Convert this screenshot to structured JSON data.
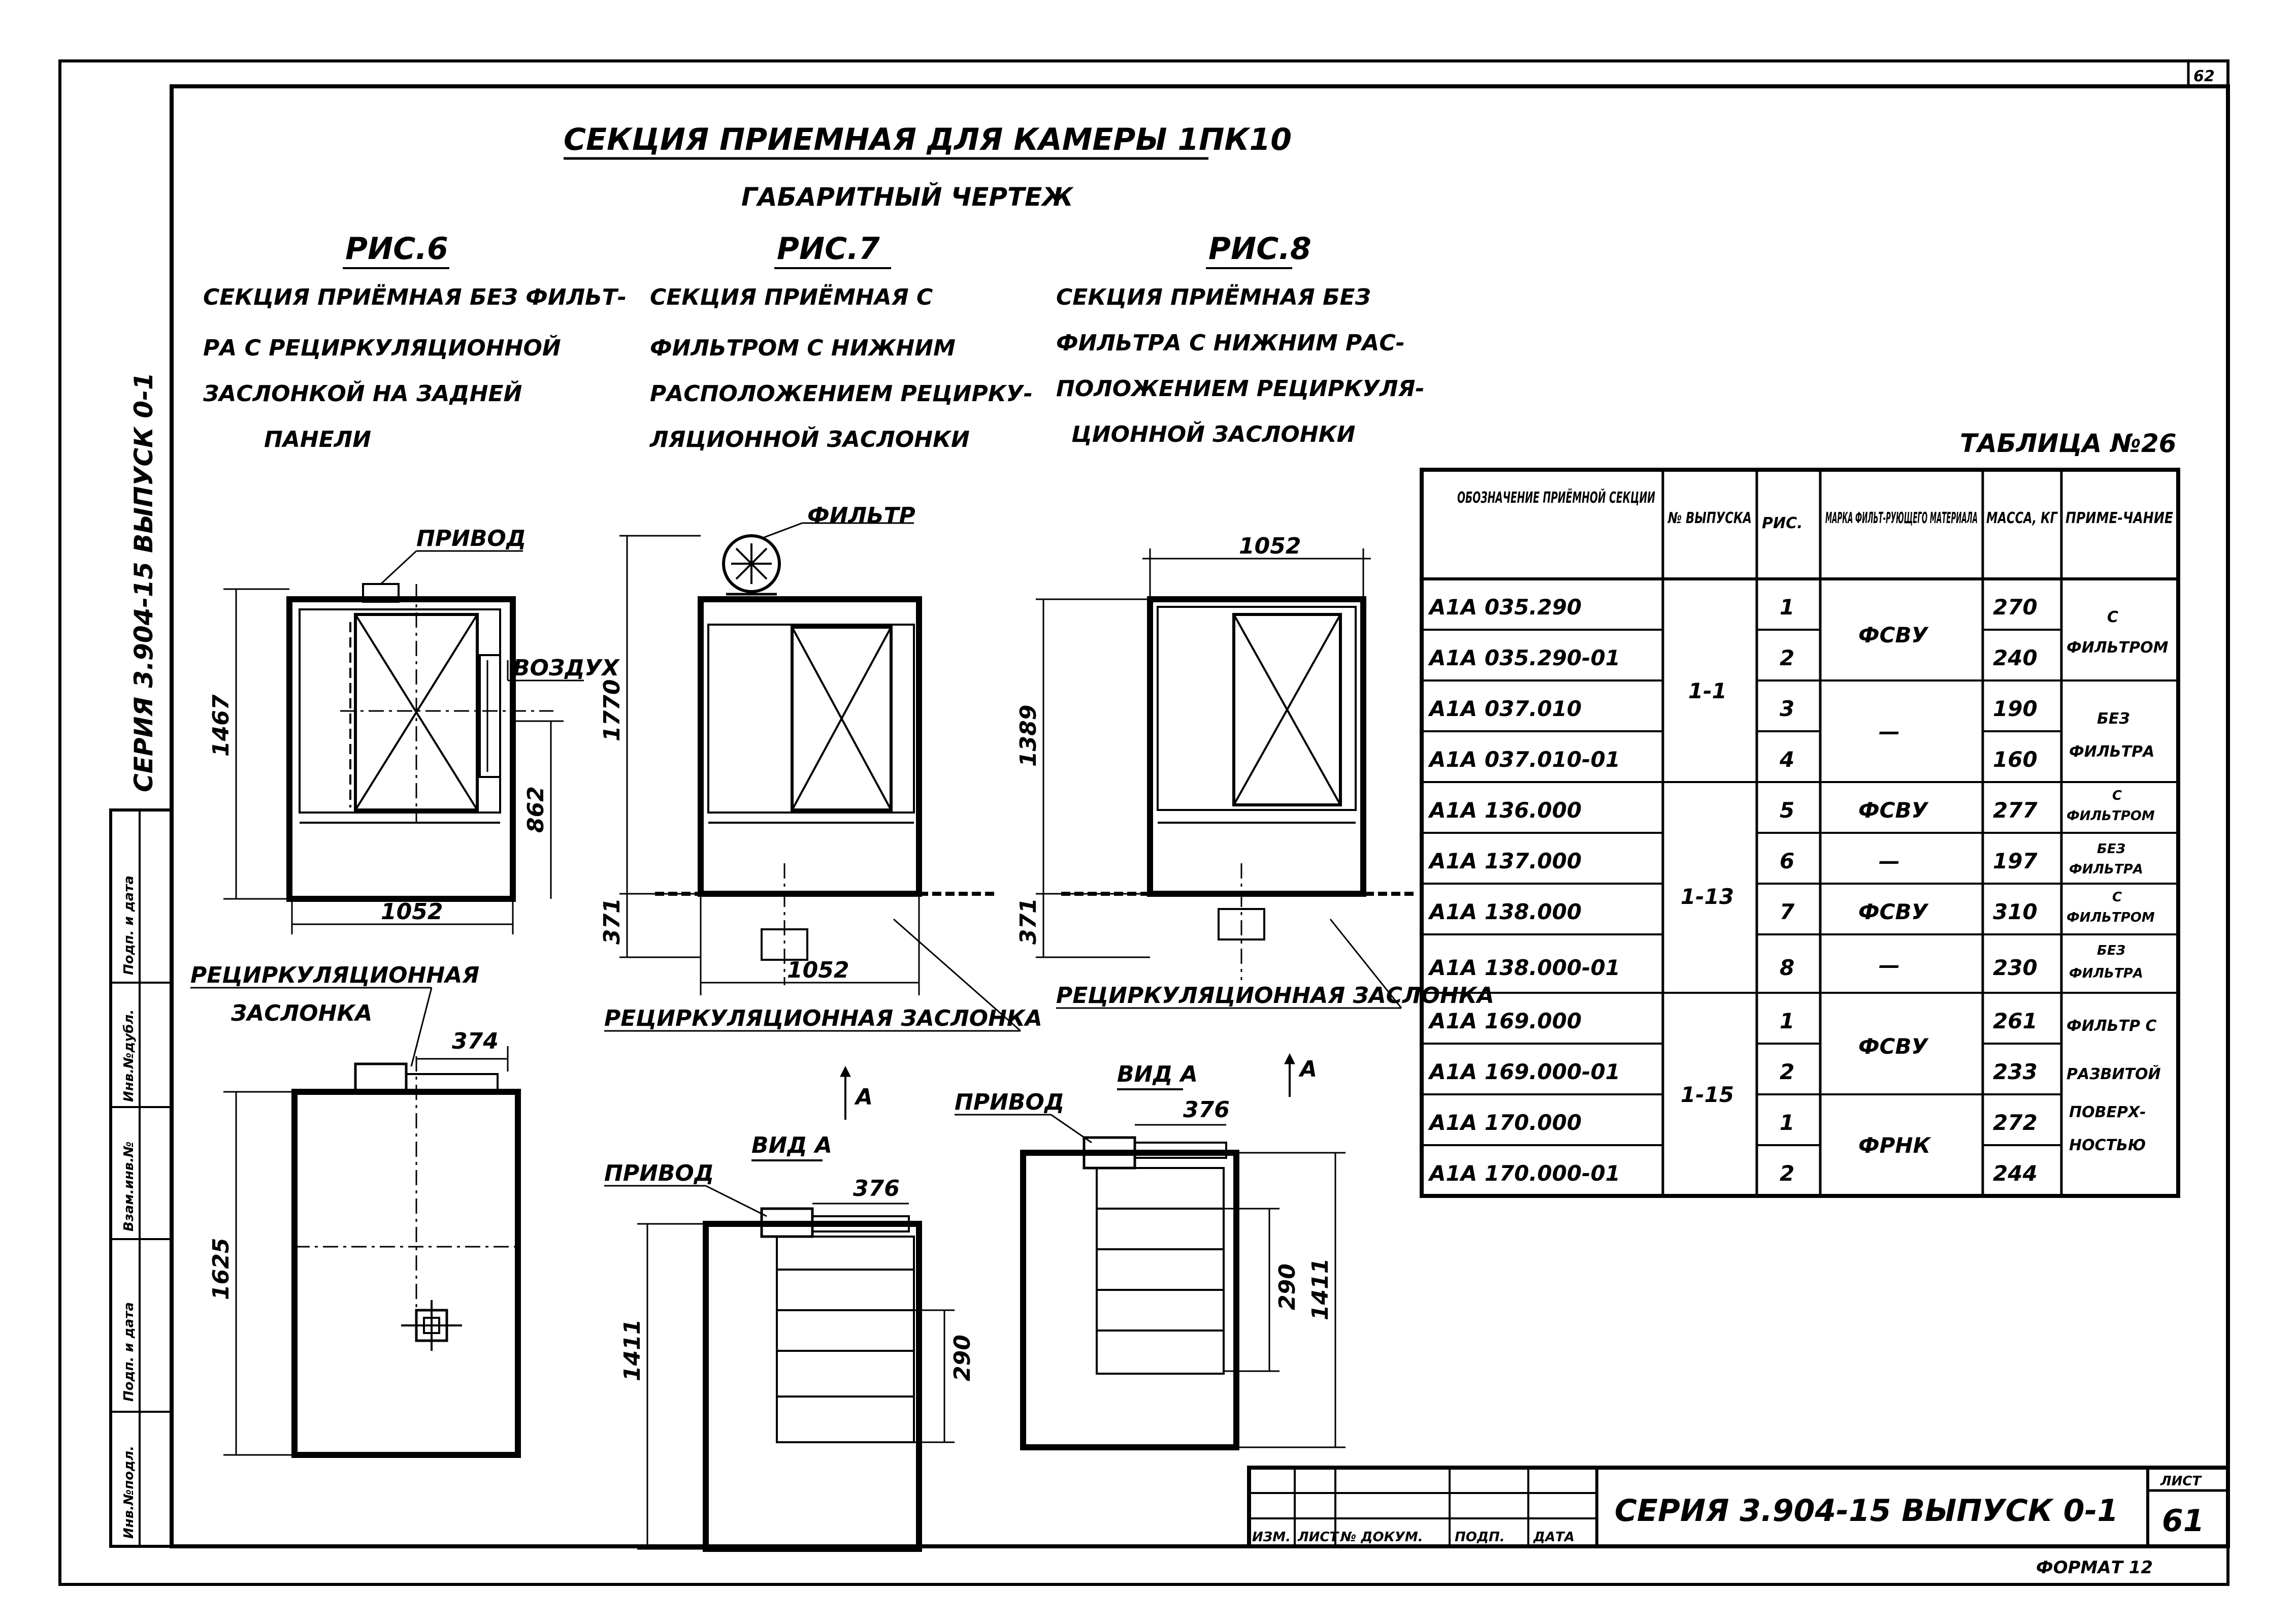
{
  "sheet": {
    "sheet_number_top": "62",
    "title": "СЕКЦИЯ ПРИЕМНАЯ ДЛЯ КАМЕРЫ 1ПК10",
    "subtitle": "ГАБАРИТНЫЙ ЧЕРТЕЖ",
    "side_label": "СЕРИЯ 3.904-15  ВЫПУСК 0-1",
    "format": "ФОРМАТ 12"
  },
  "left_stamp": [
    "Инв.№подл.",
    "Подп. и дата",
    "Взам.инв.№",
    "Инв.№дубл.",
    "Подп. и дата"
  ],
  "figures": {
    "fig6": {
      "label": "РИС.6",
      "caption": [
        "СЕКЦИЯ ПРИЁМНАЯ БЕЗ ФИЛЬТ-",
        "РА С РЕЦИРКУЛЯЦИОННОЙ",
        "ЗАСЛОНКОЙ НА ЗАДНЕЙ",
        "ПАНЕЛИ"
      ],
      "privod": "ПРИВОД",
      "vozdukh": "ВОЗДУХ",
      "dim_height": "1467",
      "dim_862": "862",
      "dim_width": "1052",
      "zaslonka_label": [
        "РЕЦИРКУЛЯЦИОННАЯ",
        "ЗАСЛОНКА"
      ],
      "dim_374": "374",
      "dim_1625": "1625"
    },
    "fig7": {
      "label": "РИС.7",
      "caption": [
        "СЕКЦИЯ ПРИЁМНАЯ С",
        "ФИЛЬТРОМ С НИЖНИМ",
        "РАСПОЛОЖЕНИЕМ РЕЦИРКУ-",
        "ЛЯЦИОННОЙ ЗАСЛОНКИ"
      ],
      "filter": "ФИЛЬТР",
      "dim_height": "1770",
      "dim_371": "371",
      "dim_width": "1052",
      "zaslonka_label": "РЕЦИРКУЛЯЦИОННАЯ ЗАСЛОНКА",
      "arrow_a": "A",
      "view_a": "ВИД А",
      "privod": "ПРИВОД",
      "dim_376": "376",
      "dim_1411": "1411",
      "dim_290": "290"
    },
    "fig8": {
      "label": "РИС.8",
      "caption": [
        "СЕКЦИЯ ПРИЁМНАЯ БЕЗ",
        "ФИЛЬТРА С НИЖНИМ РАС-",
        "ПОЛОЖЕНИЕМ РЕЦИРКУЛЯ-",
        "ЦИОННОЙ ЗАСЛОНКИ"
      ],
      "dim_width": "1052",
      "dim_height": "1389",
      "dim_371": "371",
      "zaslonka_label": "РЕЦИРКУЛЯЦИОННАЯ ЗАСЛОНКА",
      "arrow_a": "A",
      "view_a": "ВИД А",
      "privod": "ПРИВОД",
      "dim_376": "376",
      "dim_1411": "1411",
      "dim_290": "290"
    }
  },
  "table": {
    "caption": "ТАБЛИЦА №26",
    "headers": [
      "ОБОЗНАЧЕНИЕ ПРИЁМНОЙ СЕКЦИИ",
      "№ ВЫПУСКА",
      "РИС.",
      "МАРКА ФИЛЬТ-РУЮЩЕГО МАТЕРИАЛА",
      "МАССА, КГ",
      "ПРИМЕ-ЧАНИЕ"
    ],
    "rows": [
      {
        "designation": "А1А 035.290",
        "fig": "1",
        "mass": "270"
      },
      {
        "designation": "А1А 035.290-01",
        "fig": "2",
        "mass": "240"
      },
      {
        "designation": "А1А 037.010",
        "fig": "3",
        "mass": "190"
      },
      {
        "designation": "А1А 037.010-01",
        "fig": "4",
        "mass": "160"
      },
      {
        "designation": "А1А 136.000",
        "fig": "5",
        "mass": "277"
      },
      {
        "designation": "А1А 137.000",
        "fig": "6",
        "mass": "197"
      },
      {
        "designation": "А1А 138.000",
        "fig": "7",
        "mass": "310"
      },
      {
        "designation": "А1А 138.000-01",
        "fig": "8",
        "mass": "230"
      },
      {
        "designation": "А1А 169.000",
        "fig": "1",
        "mass": "261"
      },
      {
        "designation": "А1А 169.000-01",
        "fig": "2",
        "mass": "233"
      },
      {
        "designation": "А1А 170.000",
        "fig": "1",
        "mass": "272"
      },
      {
        "designation": "А1А 170.000-01",
        "fig": "2",
        "mass": "244"
      }
    ],
    "issues": [
      "1-1",
      "1-13",
      "1-15"
    ],
    "materials": [
      "ФСВУ",
      "—",
      "ФСВУ",
      "—",
      "ФСВУ",
      "—",
      "ФСВУ",
      "ФРНК"
    ],
    "notes": {
      "n1": [
        "С",
        "ФИЛЬТРОМ"
      ],
      "n2": [
        "БЕЗ",
        "ФИЛЬТРА"
      ],
      "n3": [
        "С",
        "ФИЛЬТРОМ"
      ],
      "n4": [
        "БЕЗ",
        "ФИЛЬТРА"
      ],
      "n5": [
        "С",
        "ФИЛЬТРОМ"
      ],
      "n6": [
        "БЕЗ",
        "ФИЛЬТРА"
      ],
      "n7": [
        "ФИЛЬТР С",
        "РАЗВИТОЙ",
        "ПОВЕРХ-",
        "НОСТЬЮ"
      ]
    }
  },
  "title_block": {
    "series": "СЕРИЯ 3.904-15  ВЫПУСК 0-1",
    "sheet_label": "ЛИСТ",
    "sheet_number": "61",
    "columns": [
      "ИЗМ.",
      "ЛИСТ",
      "№ ДОКУМ.",
      "ПОДП.",
      "ДАТА"
    ]
  }
}
